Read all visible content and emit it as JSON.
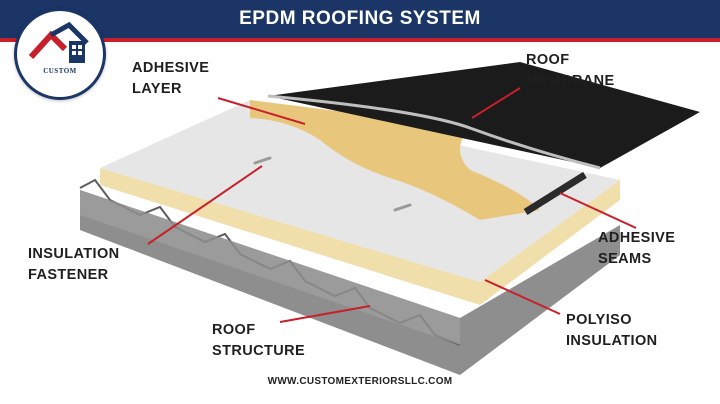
{
  "header": {
    "title": "EPDM ROOFING SYSTEM"
  },
  "logo": {
    "text": "CUSTOM",
    "icon": "house-roof-icon"
  },
  "labels": {
    "adhesive_layer": [
      "ADHESIVE",
      "LAYER"
    ],
    "roof_membrane": [
      "ROOF",
      "MEMBRANE"
    ],
    "adhesive_seams": [
      "ADHESIVE",
      "SEAMS"
    ],
    "insulation_fastener": [
      "INSULATION",
      "FASTENER"
    ],
    "polyiso_insulation": [
      "POLYISO",
      "INSULATION"
    ],
    "roof_structure": [
      "ROOF",
      "STRUCTURE"
    ]
  },
  "footer": {
    "url": "WWW.CUSTOMEXTERIORSLLC.COM"
  },
  "colors": {
    "banner": "#1a3566",
    "accent_red": "#c8202b",
    "membrane": "#1b1b1b",
    "adhesive": "#e8c77d",
    "insulation_edge": "#f0deab",
    "insulation_top": "#e6e6e6",
    "deck": "#8e8e8e"
  }
}
